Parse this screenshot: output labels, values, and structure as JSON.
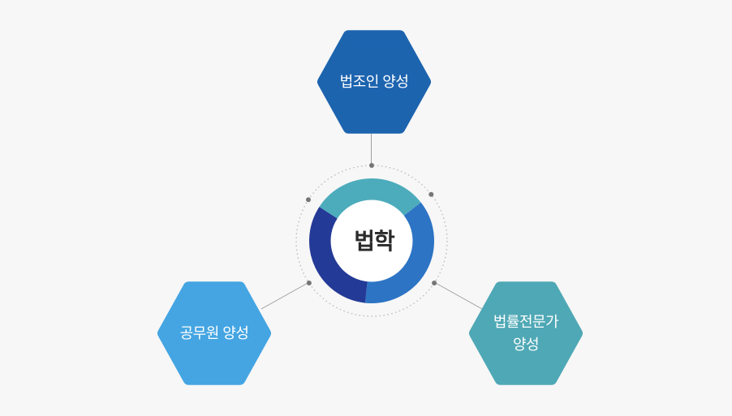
{
  "diagram": {
    "title_center": "법학",
    "nodes": [
      {
        "id": "top",
        "label": "법조인 양성",
        "color": "#1d64af"
      },
      {
        "id": "bottom-left",
        "label": "공무원 양성",
        "color": "#44a5e2"
      },
      {
        "id": "bottom-right",
        "label": "법률전문가 양성",
        "label_line1": "법률전문가",
        "label_line2": "양성",
        "color": "#4fa8b5"
      }
    ],
    "ring_segments": [
      {
        "position": "top",
        "color": "#4dacbc"
      },
      {
        "position": "right",
        "color": "#2d74c4"
      },
      {
        "position": "bottom-left",
        "color": "#243a97"
      }
    ],
    "colors": {
      "background": "#f7f7f7",
      "inner_circle": "#ffffff",
      "center_text": "#2a2a2a",
      "node_text": "#ffffff",
      "connector_line": "#9e9e9e",
      "connector_dot": "#757575",
      "dotted_circle": "#bcbcbc"
    }
  }
}
